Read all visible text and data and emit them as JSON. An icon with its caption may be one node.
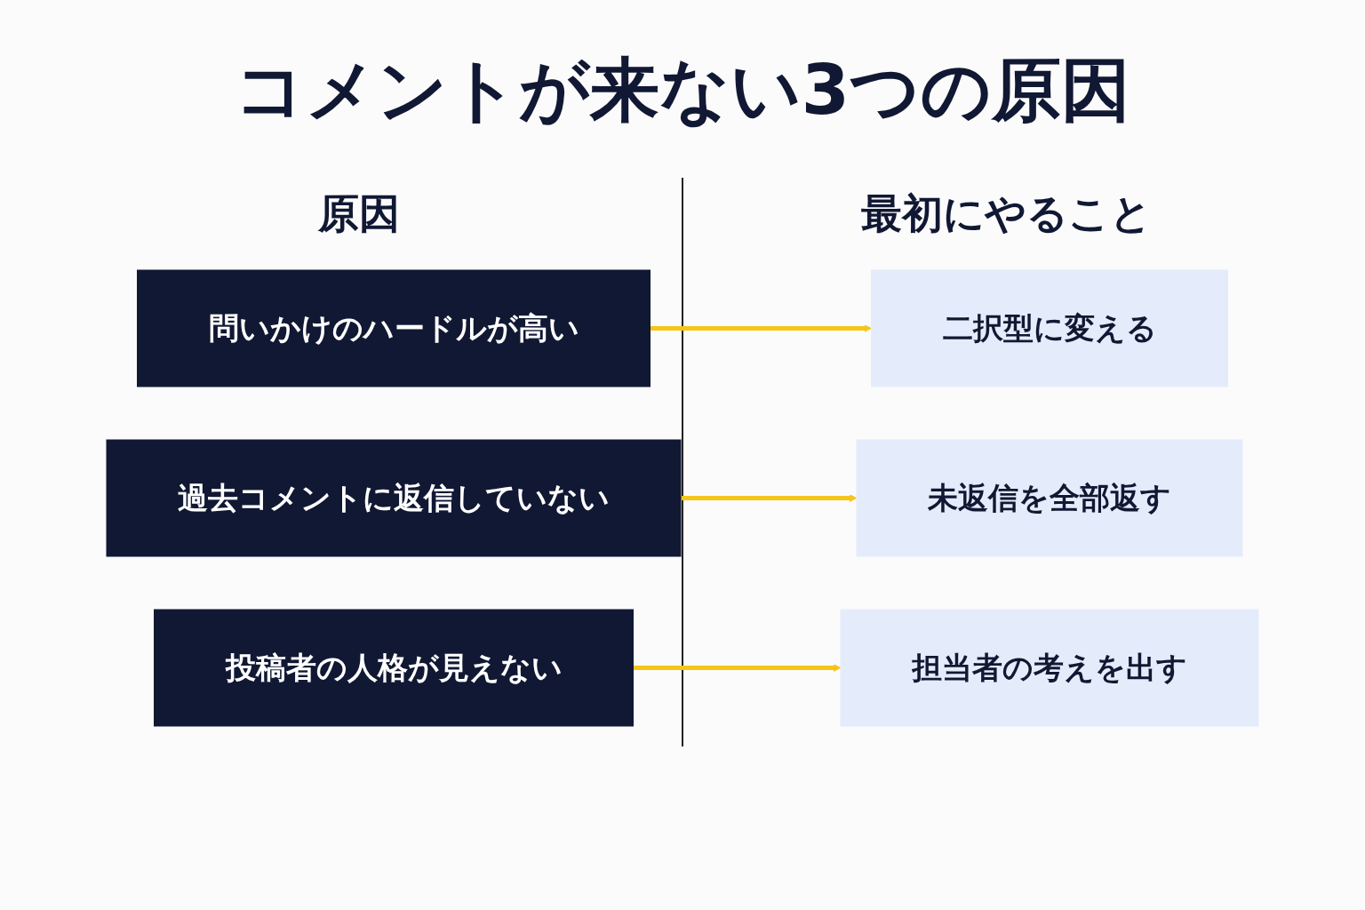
{
  "diagram": {
    "title": "コメントが来ない3つの原因",
    "nodes": [
      {
        "text": [
          "問いかけのハードルが高い"
        ]
      },
      {
        "text": [
          "過去コメントに返信していない"
        ]
      },
      {
        "text": [
          "投稿者の人格が見えない"
        ]
      },
      {
        "text": [
          "二択型に変える"
        ]
      },
      {
        "text": [
          "未返信を全部返す"
        ]
      },
      {
        "text": [
          "担当者の考えを出す"
        ]
      }
    ],
    "edges": [
      {
        "from": 0,
        "to": 3,
        "arrow": "to"
      },
      {
        "from": 1,
        "to": 4,
        "arrow": "to"
      },
      {
        "from": 2,
        "to": 5,
        "arrow": "to"
      }
    ],
    "labels": [
      "原因",
      "最初にやること"
    ]
  }
}
